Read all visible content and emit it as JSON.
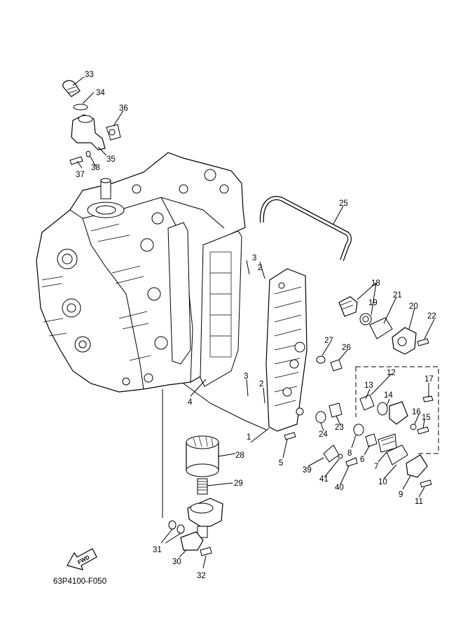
{
  "diagram_code": "63P4100-F050",
  "fwd_label": "FWD",
  "parts": [
    {
      "n": "1"
    },
    {
      "n": "2"
    },
    {
      "n": "2"
    },
    {
      "n": "3"
    },
    {
      "n": "3"
    },
    {
      "n": "4"
    },
    {
      "n": "5"
    },
    {
      "n": "6"
    },
    {
      "n": "7"
    },
    {
      "n": "8"
    },
    {
      "n": "9"
    },
    {
      "n": "10"
    },
    {
      "n": "11"
    },
    {
      "n": "12"
    },
    {
      "n": "13"
    },
    {
      "n": "14"
    },
    {
      "n": "15"
    },
    {
      "n": "16"
    },
    {
      "n": "17"
    },
    {
      "n": "18"
    },
    {
      "n": "19"
    },
    {
      "n": "20"
    },
    {
      "n": "21"
    },
    {
      "n": "22"
    },
    {
      "n": "23"
    },
    {
      "n": "24"
    },
    {
      "n": "25"
    },
    {
      "n": "26"
    },
    {
      "n": "27"
    },
    {
      "n": "28"
    },
    {
      "n": "29"
    },
    {
      "n": "30"
    },
    {
      "n": "31"
    },
    {
      "n": "32"
    },
    {
      "n": "33"
    },
    {
      "n": "34"
    },
    {
      "n": "35"
    },
    {
      "n": "36"
    },
    {
      "n": "37"
    },
    {
      "n": "38"
    },
    {
      "n": "39"
    },
    {
      "n": "40"
    },
    {
      "n": "41"
    }
  ]
}
